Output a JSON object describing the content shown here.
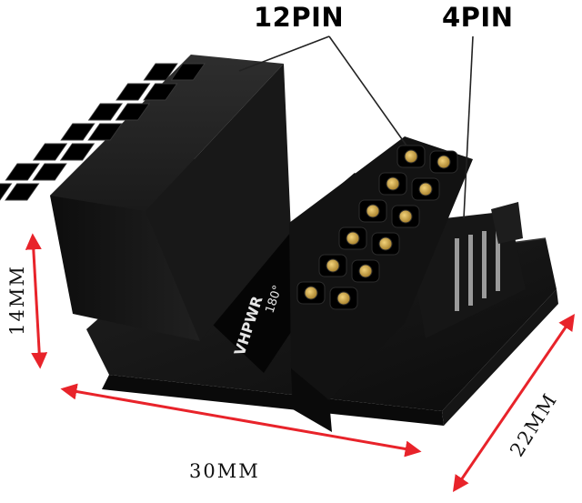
{
  "photo": {
    "subject": "Right-angle 12VHPWR power adapter",
    "callouts": {
      "twelve_pin": "12PIN",
      "four_pin": "4PIN"
    },
    "dimensions": {
      "height": "14MM",
      "width": "30MM",
      "depth": "22MM"
    },
    "board_print": "VHPWR",
    "board_print_angle": "180°",
    "colors": {
      "arrow": "#e8232a",
      "body": "#141414",
      "pin_gold": "#c99a2e"
    }
  }
}
